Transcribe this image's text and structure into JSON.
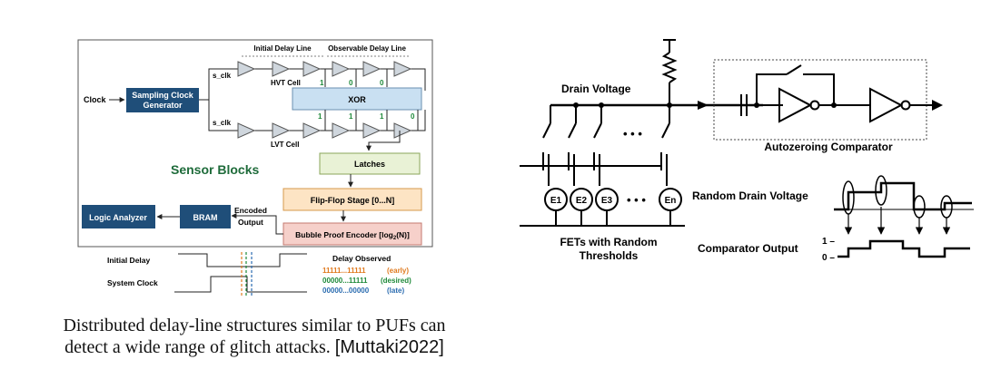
{
  "left_figure": {
    "title": "Sensor Blocks",
    "clock_label": "Clock",
    "sampling_generator": [
      "Sampling Clock",
      "Generator"
    ],
    "s_clk_top": "s_clk",
    "s_clk_bottom": "s_clk",
    "initial_delay_line": "Initial Delay Line",
    "observable_delay_line": "Observable Delay Line",
    "hvt_cell": "HVT Cell",
    "lvt_cell": "LVT Cell",
    "xor": "XOR",
    "top_bits": [
      "1",
      "0",
      "0"
    ],
    "bottom_bits": [
      "1",
      "1",
      "1",
      "0"
    ],
    "latches": "Latches",
    "flipflop": "Flip-Flop Stage [0...N]",
    "encoder_main": "Bubble Proof Encoder [log",
    "encoder_sub": "2",
    "encoder_end": "(N)]",
    "encoded_output": [
      "Encoded",
      "Output"
    ],
    "bram": "BRAM",
    "logic_analyzer": "Logic Analyzer",
    "timing": {
      "initial_delay": "Initial Delay",
      "system_clock": "System Clock",
      "delay_observed": "Delay Observed",
      "rows": [
        {
          "value": "11111...11111",
          "tag": "(early)",
          "color": "#e07b20"
        },
        {
          "value": "00000...11111",
          "tag": "(desired)",
          "color": "#1f8a3a"
        },
        {
          "value": "00000...00000",
          "tag": "(late)",
          "color": "#2b6cb0"
        }
      ]
    }
  },
  "caption": {
    "line1": "Distributed delay-line structures similar to PUFs can",
    "line2_text": "detect a wide range of glitch attacks. ",
    "line2_ref": "[Muttaki2022]"
  },
  "right_figure": {
    "drain_voltage": "Drain Voltage",
    "fets": [
      "E1",
      "E2",
      "E3",
      "En"
    ],
    "ellipsis": "• • •",
    "fets_label": [
      "FETs with Random",
      "Thresholds"
    ],
    "autozero": "Autozeroing Comparator",
    "random_drain": "Random Drain Voltage",
    "comparator_output": "Comparator Output",
    "level_1": "1 –",
    "level_0": "0 –"
  },
  "colors": {
    "blue_block": "#1f4e79",
    "green_title": "#1e6b3a",
    "xor_fill": "#c9e0f2",
    "latch_fill": "#e9f2d6",
    "flipflop_fill": "#fde4c4",
    "encoder_fill": "#f6d0ca",
    "buffer_fill": "#cfd6dd"
  }
}
